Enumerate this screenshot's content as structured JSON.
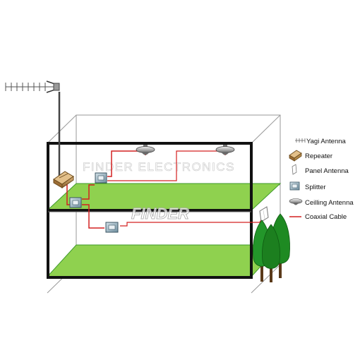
{
  "watermark": {
    "company": "FINDER  ELECTRONICS",
    "logo": "FINDER"
  },
  "legend": {
    "items": [
      {
        "key": "yagi",
        "label": "Yagi Antenna",
        "icon": "yagi-antenna-icon"
      },
      {
        "key": "repeater",
        "label": "Repeater",
        "icon": "repeater-icon"
      },
      {
        "key": "panel",
        "label": "Panel Antenna",
        "icon": "panel-antenna-icon"
      },
      {
        "key": "splitter",
        "label": "Splitter",
        "icon": "splitter-icon"
      },
      {
        "key": "ceiling",
        "label": "Ceilling Antenna",
        "icon": "ceiling-antenna-icon"
      },
      {
        "key": "cable",
        "label": "Coaxial Cable",
        "icon": "coaxial-cable-line"
      }
    ]
  },
  "colors": {
    "floor": "#8fd14f",
    "floor_edge": "#3f9a2a",
    "cable": "#d42020",
    "frame": "#111111",
    "wire": "#888888",
    "repeater": "#b58a4a",
    "splitter": "#8aa6b5",
    "tree": "#1e8a22",
    "tree_trunk": "#5a3a1a"
  }
}
